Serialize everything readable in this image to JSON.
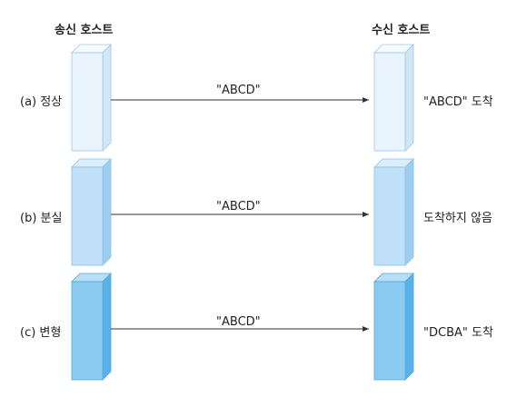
{
  "headers": {
    "sender": "송신 호스트",
    "receiver": "수신 호스트"
  },
  "rows": [
    {
      "label": "(a) 정상",
      "message": "\"ABCD\"",
      "result": "\"ABCD\" 도착",
      "colors": {
        "front": "#eaf4fc",
        "side": "#d2e6f6",
        "top": "#f6fbff",
        "stroke": "#9cc8ea"
      }
    },
    {
      "label": "(b) 분실",
      "message": "\"ABCD\"",
      "result": "도착하지 않음",
      "colors": {
        "front": "#bfe0f6",
        "side": "#9dcef0",
        "top": "#dbeefb",
        "stroke": "#86c1ea"
      }
    },
    {
      "label": "(c) 변형",
      "message": "\"ABCD\"",
      "result": "\"DCBA\" 도착",
      "colors": {
        "front": "#8ccbf0",
        "side": "#58b2e8",
        "top": "#b8def6",
        "stroke": "#4ea8e0"
      }
    }
  ]
}
